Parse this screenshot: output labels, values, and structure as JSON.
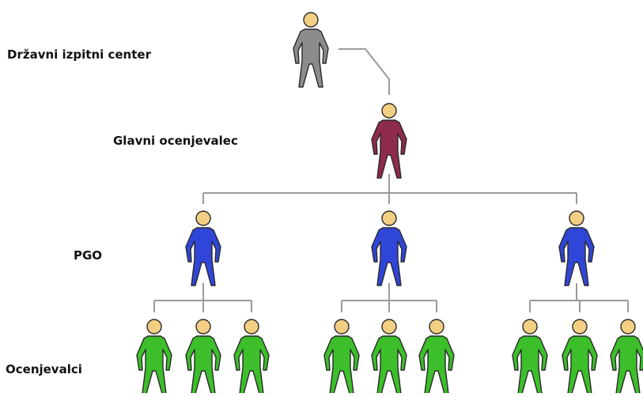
{
  "levels": {
    "top": {
      "label": "Državni izpitni center",
      "color": "#8c8c8c"
    },
    "chief": {
      "label": "Glavni ocenjevalec",
      "color": "#8e2a4a"
    },
    "pgo": {
      "label": "PGO",
      "color": "#2f46d8"
    },
    "evaluators": {
      "label": "Ocenjevalci",
      "color": "#3cbf2a"
    }
  },
  "head_color": "#f3cf83",
  "line_color": "#9a9a9a"
}
